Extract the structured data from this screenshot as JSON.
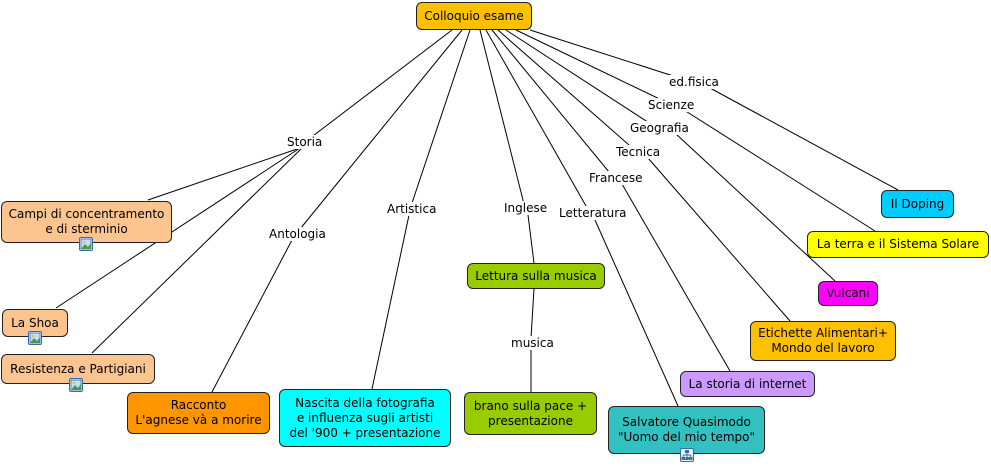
{
  "map": {
    "root": {
      "label": "Colloquio esame",
      "color": "#ffc000"
    },
    "link_labels": {
      "storia": "Storia",
      "antologia": "Antologia",
      "artistica": "Artistica",
      "inglese": "Inglese",
      "letteratura": "Letteratura",
      "francese": "Francese",
      "tecnica": "Tecnica",
      "geografia": "Geografia",
      "scienze": "Scienze",
      "edfisica": "ed.fisica",
      "musica": "musica"
    },
    "concepts": {
      "campi": {
        "label": "Campi di concentramento\ne di sterminio",
        "color": "#fcc590",
        "icon": "image-resource-icon"
      },
      "shoa": {
        "label": "La Shoa",
        "color": "#fcc590",
        "icon": "image-resource-icon"
      },
      "resistenza": {
        "label": "Resistenza e Partigiani",
        "color": "#fcc590",
        "icon": "image-resource-icon"
      },
      "racconto": {
        "label": "Racconto\nL'agnese và a morire",
        "color": "#ff9600"
      },
      "fotografia": {
        "label": "Nascita della fotografia\ne influenza sugli artisti\ndel '900 + presentazione",
        "color": "#00ffff"
      },
      "lettura": {
        "label": "Lettura sulla musica",
        "color": "#99cc00"
      },
      "brano": {
        "label": "brano sulla pace +\npresentazione",
        "color": "#99cc00"
      },
      "quasimodo": {
        "label": "Salvatore Quasimodo\n\"Uomo del mio tempo\"",
        "color": "#33c0c0",
        "icon": "concept-map-link-icon"
      },
      "internet": {
        "label": "La storia di internet",
        "color": "#cc99ff"
      },
      "etichette": {
        "label": "Etichette Alimentari+\nMondo del lavoro",
        "color": "#ffc000"
      },
      "vulcani": {
        "label": "Vulcani",
        "color": "#ff00ff"
      },
      "terra": {
        "label": "La terra e il Sistema Solare",
        "color": "#ffff00"
      },
      "doping": {
        "label": "Il Doping",
        "color": "#00ccff"
      }
    }
  }
}
